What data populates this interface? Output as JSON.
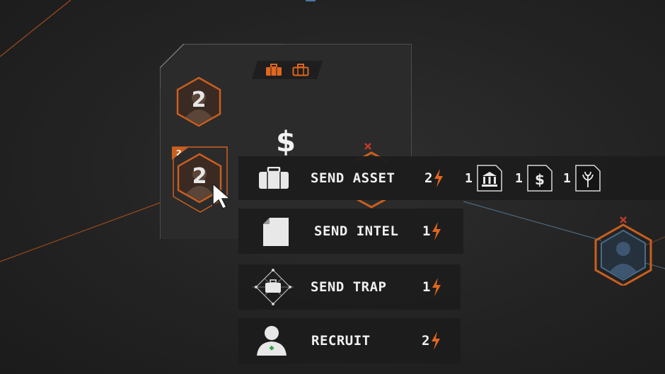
{
  "card": {
    "token_top_number": "2",
    "token_selected_number": "2",
    "corner_badge": "2",
    "dollar": "$"
  },
  "menu": {
    "items": [
      {
        "label": "SEND ASSET",
        "cost": "2"
      },
      {
        "label": "SEND INTEL",
        "cost": "1"
      },
      {
        "label": "SEND TRAP",
        "cost": "1"
      },
      {
        "label": "RECRUIT",
        "cost": "2"
      }
    ],
    "requirements": [
      {
        "count": "1",
        "icon": "bank-icon"
      },
      {
        "count": "1",
        "icon": "dollar-icon"
      },
      {
        "count": "1",
        "icon": "plant-icon"
      }
    ]
  },
  "colors": {
    "accent_orange": "#e0661f",
    "enemy_blue": "#3e5c78",
    "panel": "#2b2b2b",
    "menu_bg": "#1c1c1c"
  }
}
